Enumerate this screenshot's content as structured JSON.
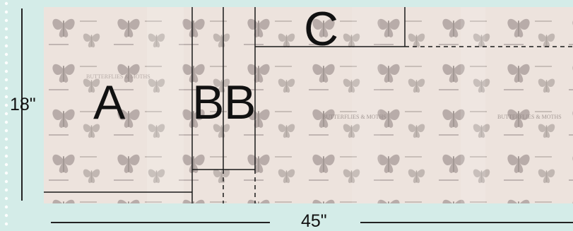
{
  "pieces": {
    "a": "A",
    "b1": "B",
    "b2": "B",
    "c": "C"
  },
  "dimensions": {
    "height": "18\"",
    "width": "45\""
  },
  "fabric": {
    "print_text": "BUTTERFLIES & MOTHS",
    "background_color": "#ede3dd",
    "print_color": "#8a7f7c"
  },
  "colors": {
    "page_background": "#d4ece8",
    "cut_line": "#1a1a1a"
  }
}
